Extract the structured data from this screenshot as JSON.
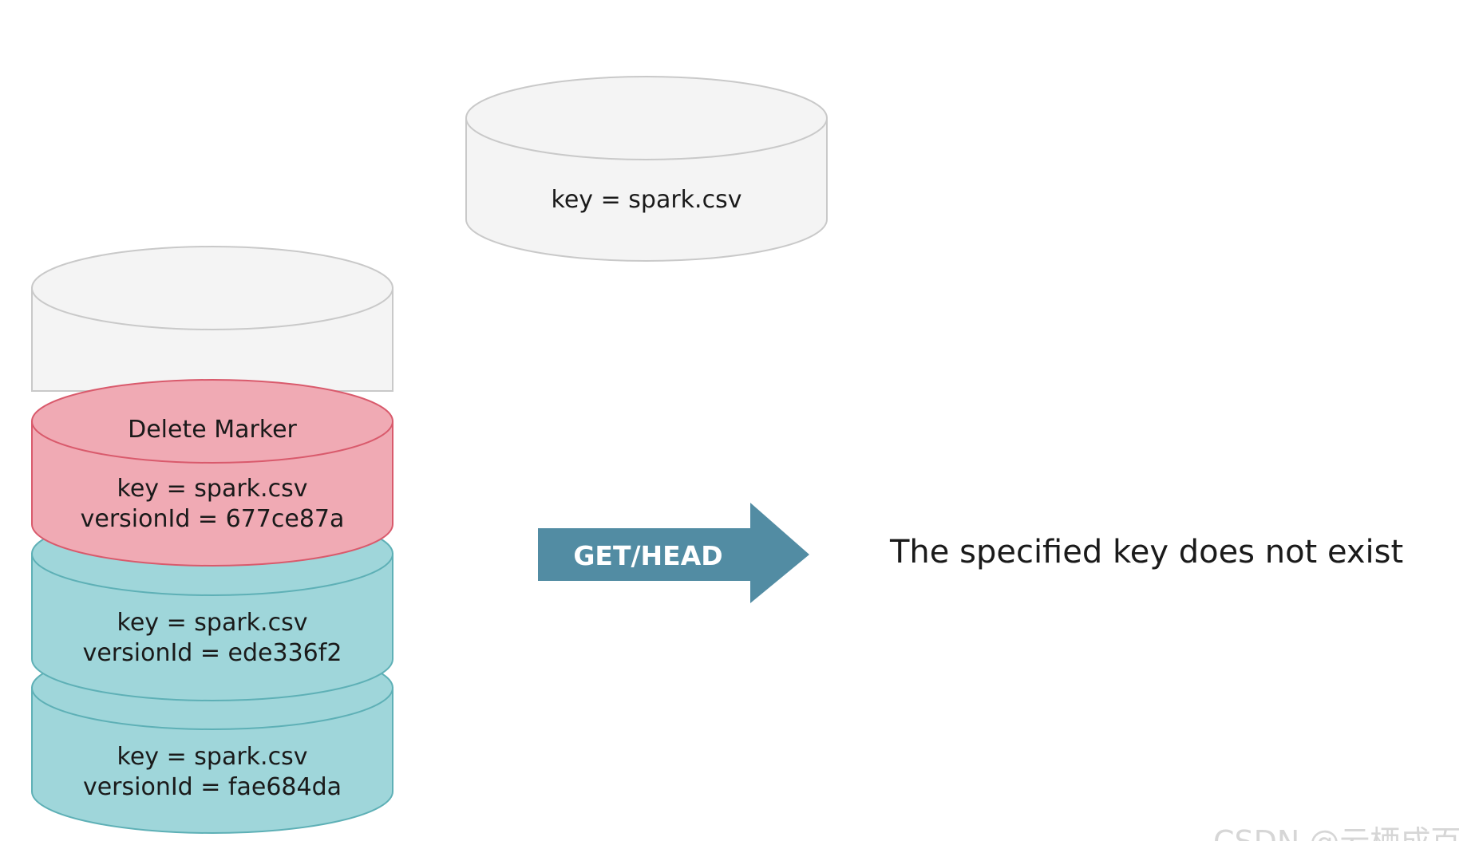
{
  "incoming_object": {
    "key_label": "key = spark.csv"
  },
  "version_stack": [
    {
      "kind": "empty-slot",
      "color": "#f4f4f4",
      "stroke": "#c9c9c9"
    },
    {
      "kind": "delete-marker",
      "title": "Delete Marker",
      "key_label": "key = spark.csv",
      "version_label": "versionId = 677ce87a",
      "color": "#f0aab4",
      "stroke": "#d95a6c"
    },
    {
      "kind": "version",
      "key_label": "key = spark.csv",
      "version_label": "versionId = ede336f2",
      "color": "#9fd6da",
      "stroke": "#5eb0b6"
    },
    {
      "kind": "version",
      "key_label": "key = spark.csv",
      "version_label": "versionId = fae684da",
      "color": "#9fd6da",
      "stroke": "#5eb0b6"
    }
  ],
  "request": {
    "label": "GET/HEAD",
    "color": "#528ca3"
  },
  "result": {
    "text": "The specified key does not exist"
  },
  "watermark": {
    "text": "CSDN @云栖成百"
  }
}
